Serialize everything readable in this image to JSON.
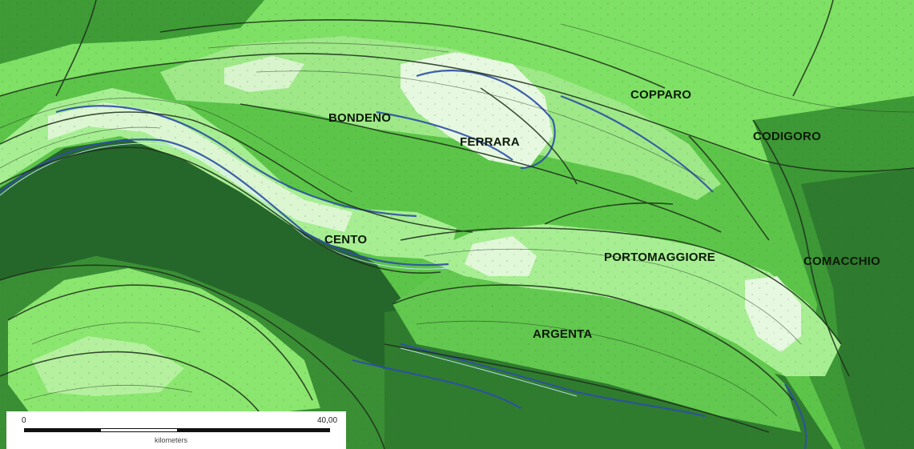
{
  "map": {
    "places": {
      "bondeno": "BONDENO",
      "copparo": "COPPARO",
      "ferrara": "FERRARA",
      "codigoro": "CODIGORO",
      "cento": "CENTO",
      "portomaggiore": "PORTOMAGGIORE",
      "comacchio": "COMACCHIO",
      "argenta": "ARGENTA"
    },
    "colors": {
      "lightest": "#e3f7df",
      "light": "#a5ee90",
      "medium": "#6fd75a",
      "dark": "#3f9e35",
      "darkest": "#24652a",
      "river": "#2d4fa5",
      "line": "#1d2f1a"
    }
  },
  "scale_bar": {
    "start_label": "0",
    "end_label": "40,00",
    "unit": "kilometers",
    "range_km": [
      0,
      40
    ]
  }
}
